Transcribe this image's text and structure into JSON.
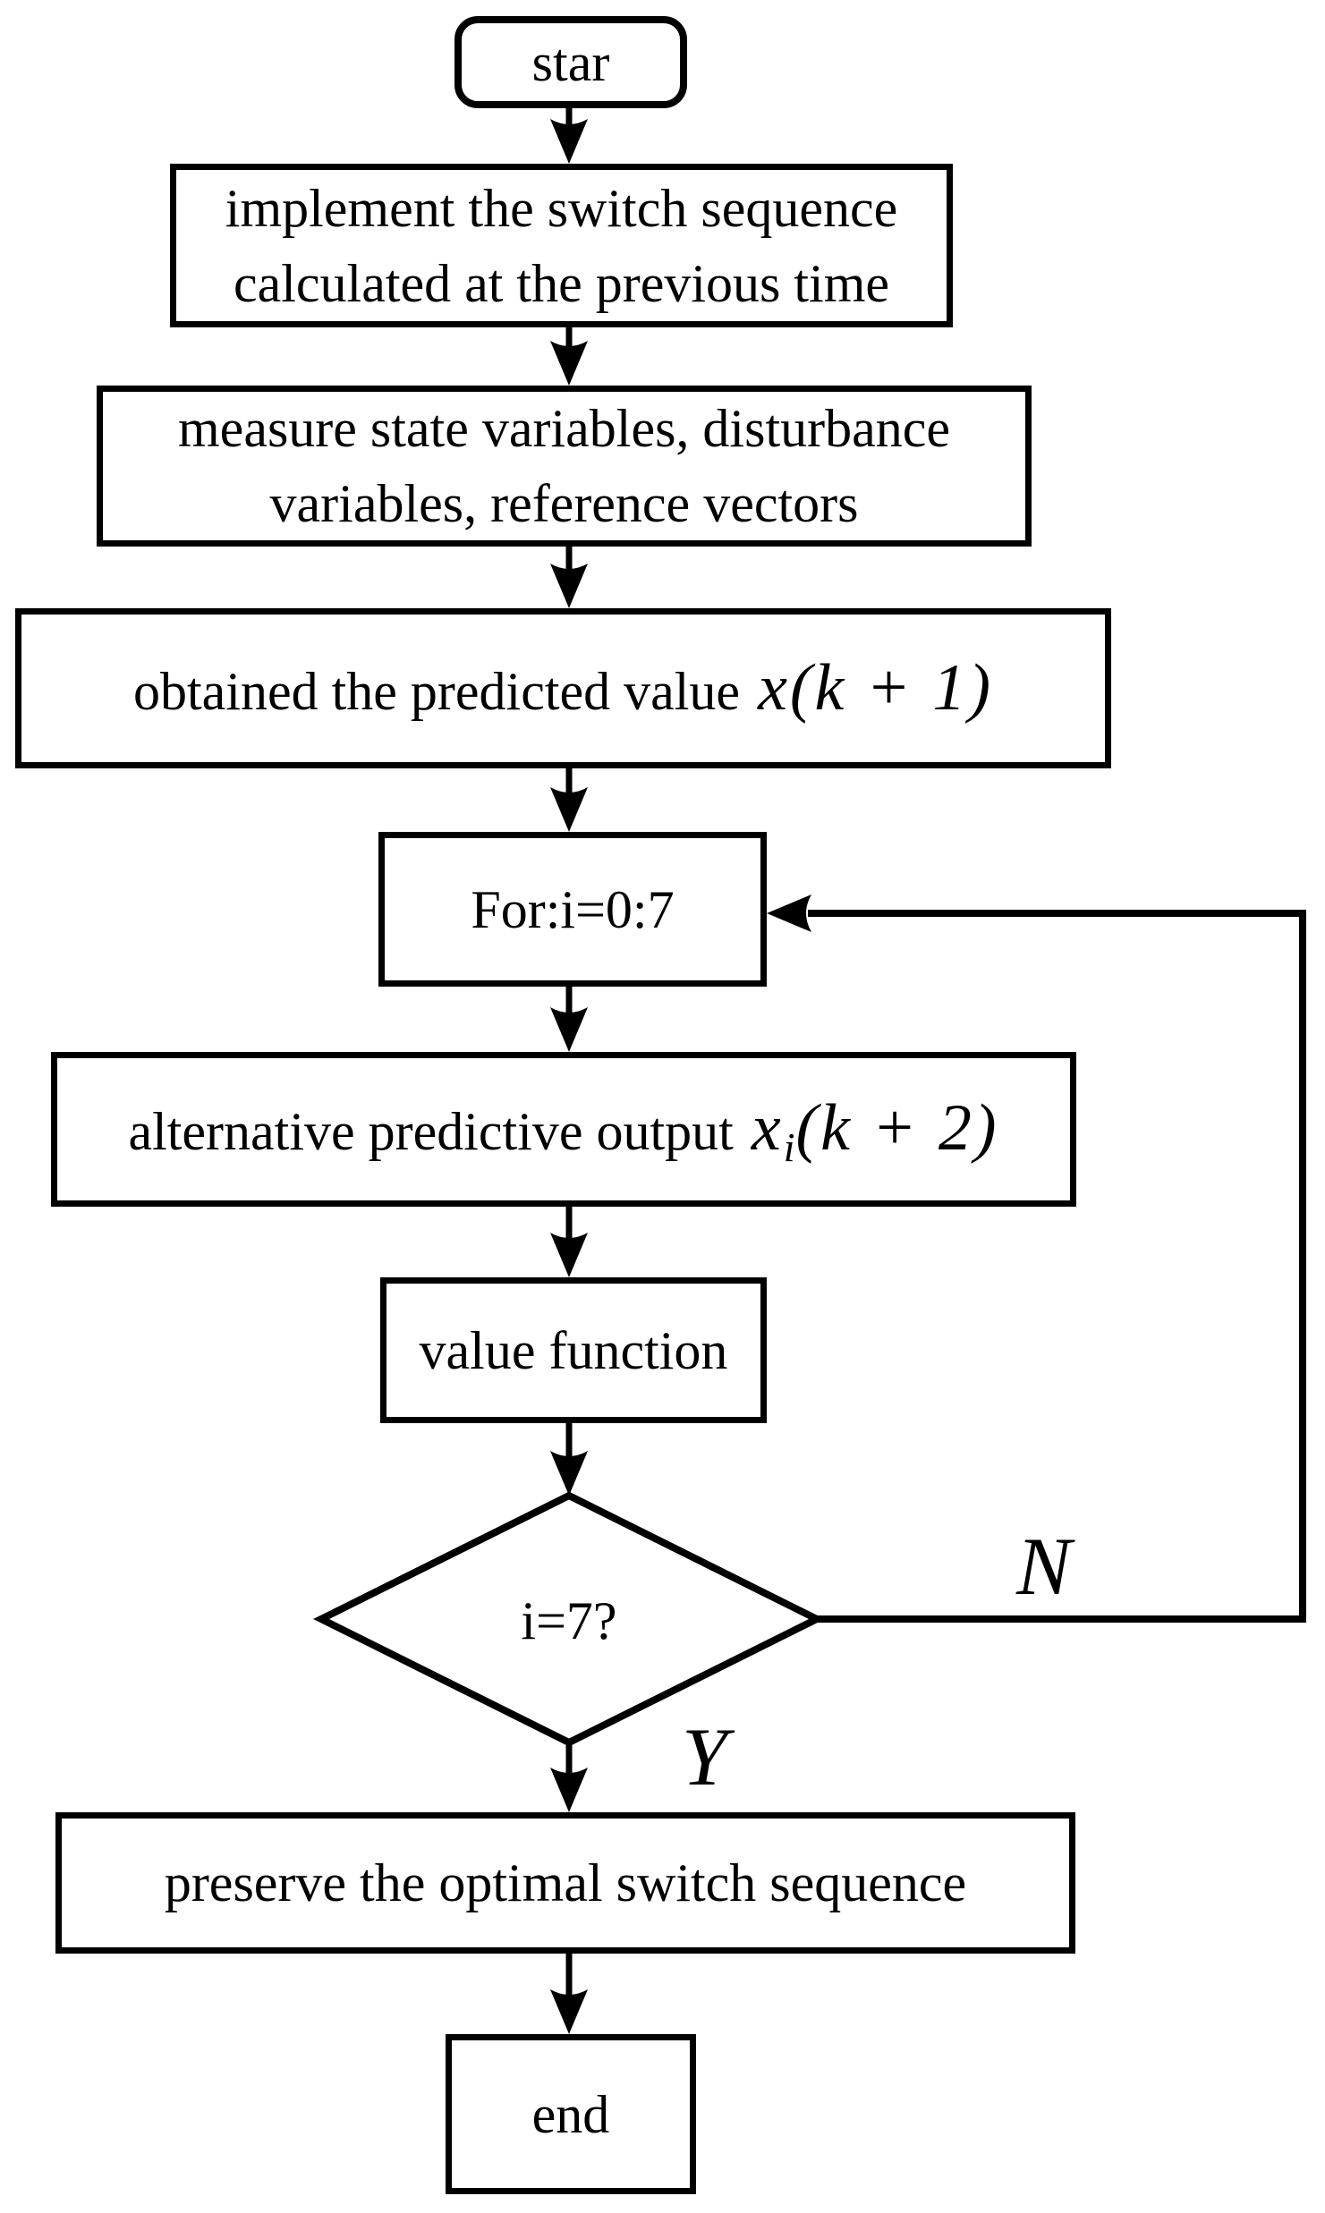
{
  "flowchart": {
    "nodes": {
      "start": {
        "label": "star"
      },
      "implement": {
        "line1": "implement the switch sequence",
        "line2": "calculated at the previous time"
      },
      "measure": {
        "line1": "measure state variables, disturbance",
        "line2": "variables, reference vectors"
      },
      "predicted": {
        "text": "obtained the predicted value",
        "math": "x(k + 1)"
      },
      "for_loop": {
        "label": "For:i=0:7"
      },
      "alternative": {
        "text": "alternative predictive output",
        "math_base": "x",
        "math_sub": "i",
        "math_rest": "(k + 2)"
      },
      "value_function": {
        "label": "value function"
      },
      "decision": {
        "label": "i=7?"
      },
      "preserve": {
        "label": "preserve the optimal switch sequence"
      },
      "end": {
        "label": "end"
      }
    },
    "branch_labels": {
      "no": "N",
      "yes": "Y"
    },
    "colors": {
      "stroke": "#000000",
      "background": "#ffffff",
      "text": "#000000"
    }
  }
}
